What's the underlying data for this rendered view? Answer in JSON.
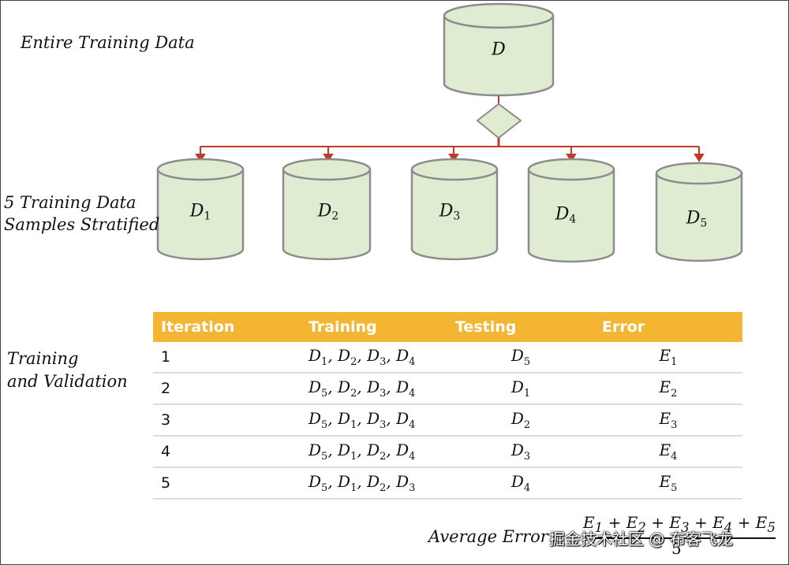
{
  "labels": {
    "entire": "Entire Training Data",
    "samples_line1": "5 Training Data",
    "samples_line2": "Samples Stratified",
    "validation_line1": "Training",
    "validation_line2": "and Validation"
  },
  "cylinders": {
    "top": {
      "letter": "D",
      "sub": ""
    },
    "samples": [
      {
        "letter": "D",
        "sub": "1"
      },
      {
        "letter": "D",
        "sub": "2"
      },
      {
        "letter": "D",
        "sub": "3"
      },
      {
        "letter": "D",
        "sub": "4"
      },
      {
        "letter": "D",
        "sub": "5"
      }
    ]
  },
  "table": {
    "headers": [
      "Iteration",
      "Training",
      "Testing",
      "Error"
    ],
    "rows": [
      {
        "iteration": "1",
        "training": "D1, D2, D3, D4",
        "testing": "D5",
        "error": "E1"
      },
      {
        "iteration": "2",
        "training": "D5, D2, D3, D4",
        "testing": "D1",
        "error": "E2"
      },
      {
        "iteration": "3",
        "training": "D5, D1, D3, D4",
        "testing": "D2",
        "error": "E3"
      },
      {
        "iteration": "4",
        "training": "D5, D1, D2, D4",
        "testing": "D3",
        "error": "E4"
      },
      {
        "iteration": "5",
        "training": "D5, D1, D2, D3",
        "testing": "D4",
        "error": "E5"
      }
    ]
  },
  "formula": {
    "label": "Average Error",
    "numerator": "E1 + E2 + E3 + E4 + E5",
    "denominator": "5"
  },
  "watermark": "掘金技术社区 @ 布客飞龙",
  "colors": {
    "cylinder_fill": "#dfecd1",
    "cylinder_stroke": "#8c8c8c",
    "arrow": "#c0392b",
    "header_bg": "#f4b532"
  }
}
